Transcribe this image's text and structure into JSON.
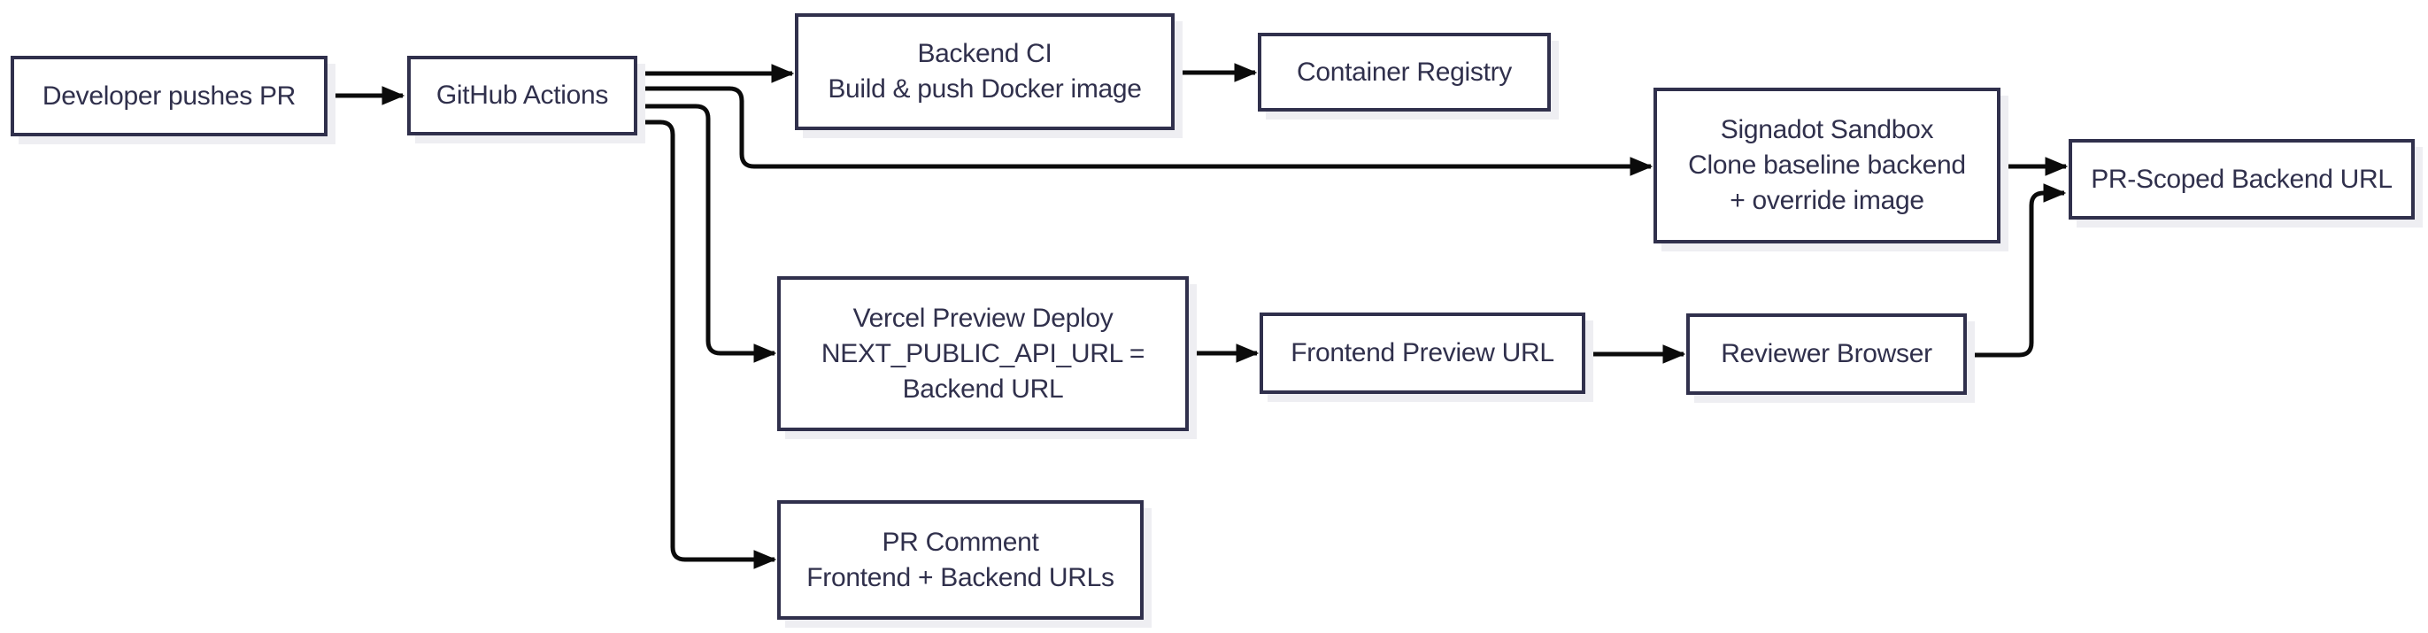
{
  "diagram": {
    "type": "flowchart",
    "background_color": "#ffffff",
    "node_border_color": "#30304c",
    "node_fill_color": "#ffffff",
    "node_text_color": "#30304c",
    "node_shadow_color": "#eeeef2",
    "edge_color": "#0b0b0b",
    "nodes": [
      {
        "id": "dev_pr",
        "lines": [
          "Developer pushes PR"
        ]
      },
      {
        "id": "github_actions",
        "lines": [
          "GitHub Actions"
        ]
      },
      {
        "id": "backend_ci",
        "lines": [
          "Backend CI",
          "Build & push Docker image"
        ]
      },
      {
        "id": "container_registry",
        "lines": [
          "Container Registry"
        ]
      },
      {
        "id": "signadot_sandbox",
        "lines": [
          "Signadot Sandbox",
          "Clone baseline backend",
          "+ override image"
        ]
      },
      {
        "id": "pr_scoped_url",
        "lines": [
          "PR-Scoped Backend URL"
        ]
      },
      {
        "id": "vercel_preview",
        "lines": [
          "Vercel Preview Deploy",
          "NEXT_PUBLIC_API_URL =",
          "Backend URL"
        ]
      },
      {
        "id": "frontend_preview",
        "lines": [
          "Frontend Preview URL"
        ]
      },
      {
        "id": "reviewer_browser",
        "lines": [
          "Reviewer Browser"
        ]
      },
      {
        "id": "pr_comment",
        "lines": [
          "PR Comment",
          "Frontend + Backend URLs"
        ]
      }
    ],
    "edges": [
      {
        "from": "dev_pr",
        "to": "github_actions"
      },
      {
        "from": "github_actions",
        "to": "backend_ci"
      },
      {
        "from": "github_actions",
        "to": "signadot_sandbox"
      },
      {
        "from": "github_actions",
        "to": "vercel_preview"
      },
      {
        "from": "github_actions",
        "to": "pr_comment"
      },
      {
        "from": "backend_ci",
        "to": "container_registry"
      },
      {
        "from": "signadot_sandbox",
        "to": "pr_scoped_url"
      },
      {
        "from": "vercel_preview",
        "to": "frontend_preview"
      },
      {
        "from": "frontend_preview",
        "to": "reviewer_browser"
      },
      {
        "from": "reviewer_browser",
        "to": "pr_scoped_url"
      }
    ]
  }
}
